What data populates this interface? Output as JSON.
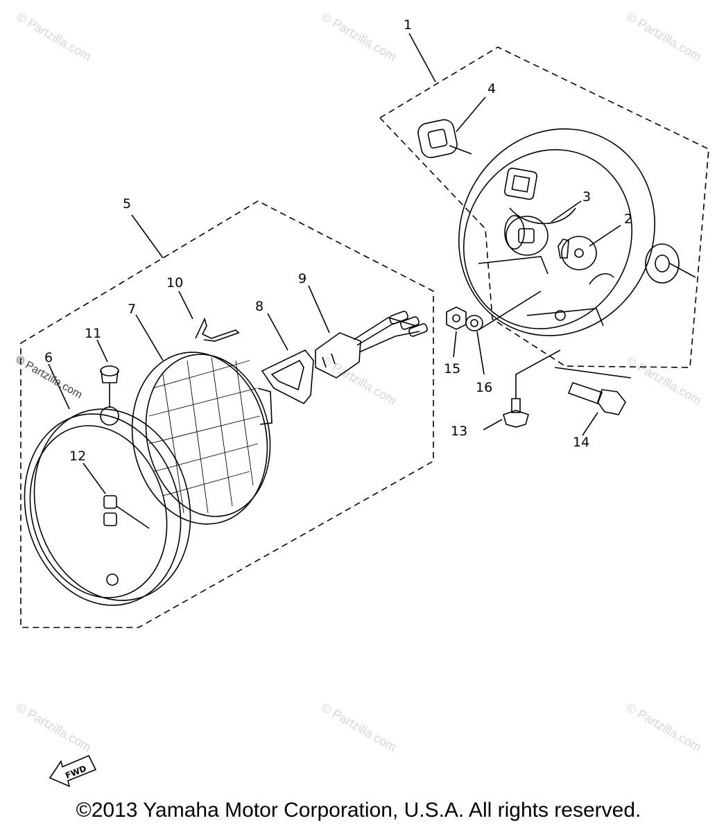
{
  "watermark": "© Partzilla.com",
  "copyright": "©2013 Yamaha Motor Corporation, U.S.A. All rights reserved.",
  "fwd_label": "FWD",
  "callouts": [
    {
      "id": "1",
      "label": "1"
    },
    {
      "id": "2",
      "label": "2"
    },
    {
      "id": "3",
      "label": "3"
    },
    {
      "id": "4",
      "label": "4"
    },
    {
      "id": "5",
      "label": "5"
    },
    {
      "id": "6",
      "label": "6"
    },
    {
      "id": "7",
      "label": "7"
    },
    {
      "id": "8",
      "label": "8"
    },
    {
      "id": "9",
      "label": "9"
    },
    {
      "id": "10",
      "label": "10"
    },
    {
      "id": "11",
      "label": "11"
    },
    {
      "id": "12",
      "label": "12"
    },
    {
      "id": "13",
      "label": "13"
    },
    {
      "id": "14",
      "label": "14"
    },
    {
      "id": "15",
      "label": "15"
    },
    {
      "id": "16",
      "label": "16"
    }
  ]
}
